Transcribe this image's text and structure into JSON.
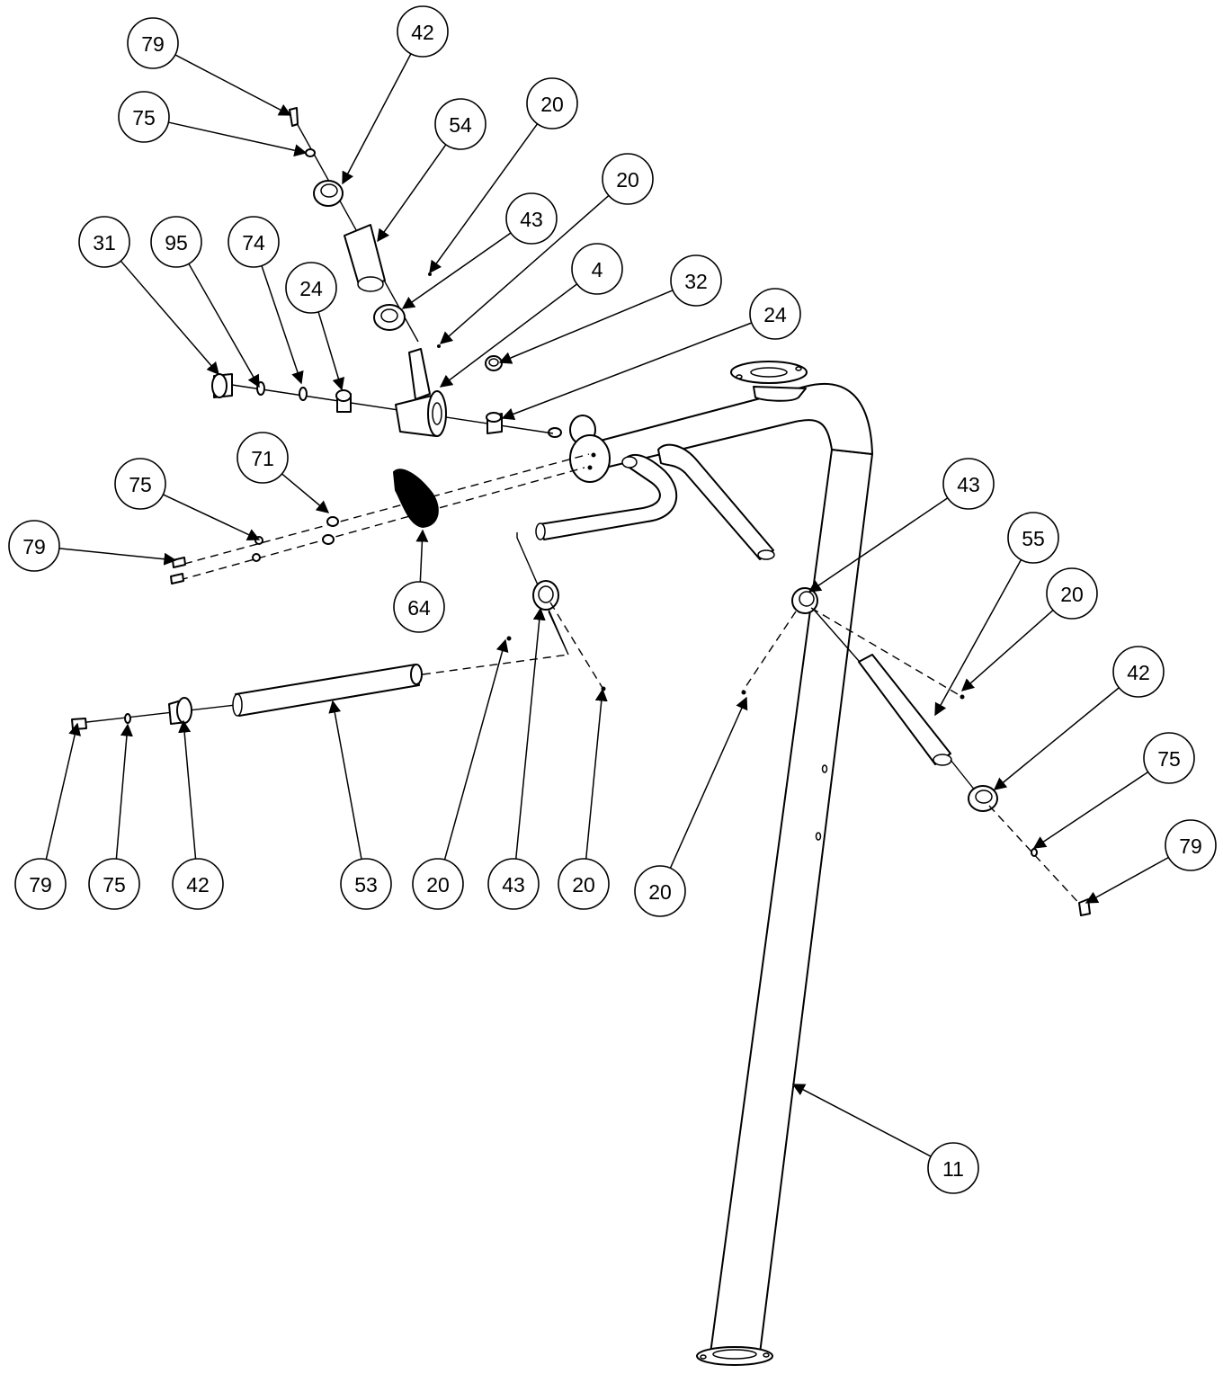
{
  "callouts": [
    {
      "label": "79"
    },
    {
      "label": "42"
    },
    {
      "label": "75"
    },
    {
      "label": "54"
    },
    {
      "label": "20"
    },
    {
      "label": "20"
    },
    {
      "label": "43"
    },
    {
      "label": "31"
    },
    {
      "label": "95"
    },
    {
      "label": "74"
    },
    {
      "label": "4"
    },
    {
      "label": "32"
    },
    {
      "label": "24"
    },
    {
      "label": "24"
    },
    {
      "label": "71"
    },
    {
      "label": "75"
    },
    {
      "label": "79"
    },
    {
      "label": "64"
    },
    {
      "label": "43"
    },
    {
      "label": "55"
    },
    {
      "label": "20"
    },
    {
      "label": "42"
    },
    {
      "label": "75"
    },
    {
      "label": "79"
    },
    {
      "label": "79"
    },
    {
      "label": "75"
    },
    {
      "label": "42"
    },
    {
      "label": "53"
    },
    {
      "label": "20"
    },
    {
      "label": "43"
    },
    {
      "label": "20"
    },
    {
      "label": "20"
    },
    {
      "label": "11"
    }
  ]
}
